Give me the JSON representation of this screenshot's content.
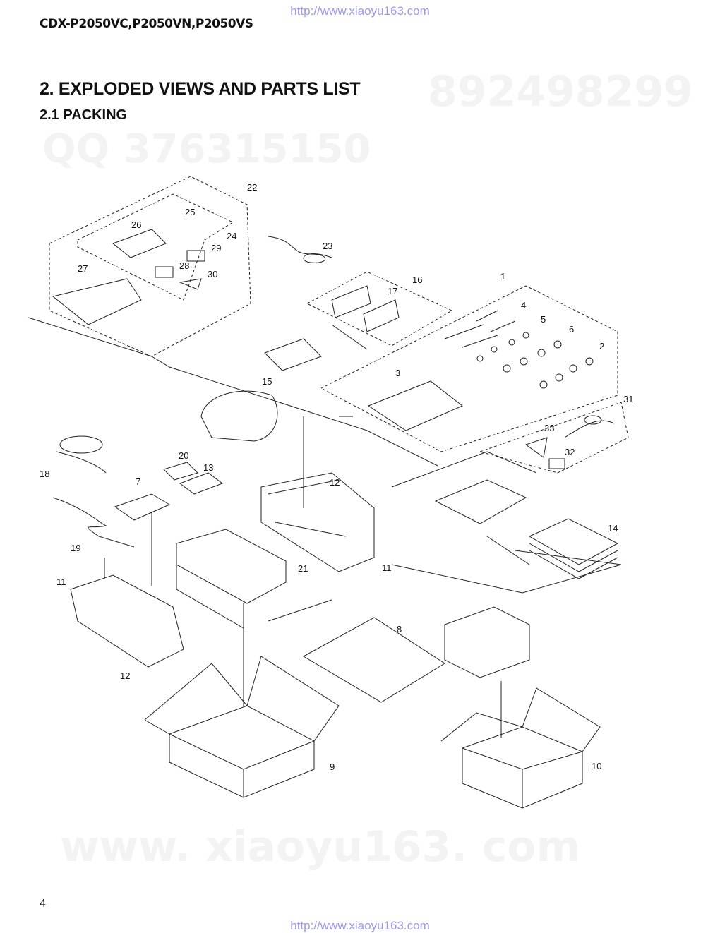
{
  "header": {
    "url_top": "http://www.xiaoyu163.com",
    "model": "CDX-P2050VC,P2050VN,P2050VS"
  },
  "title": "2. EXPLODED VIEWS AND PARTS LIST",
  "subtitle": "2.1 PACKING",
  "watermarks": {
    "qq": "QQ 376315150",
    "num": "892498299",
    "site": "www. xiaoyu163. com"
  },
  "callouts": [
    "22",
    "25",
    "24",
    "26",
    "29",
    "28",
    "30",
    "27",
    "23",
    "16",
    "17",
    "1",
    "4",
    "5",
    "6",
    "2",
    "3",
    "15",
    "31",
    "33",
    "32",
    "18",
    "20",
    "13",
    "7",
    "12",
    "14",
    "19",
    "21",
    "11",
    "11",
    "8",
    "12",
    "9",
    "10"
  ],
  "footer": {
    "page_number": "4",
    "url_bottom": "http://www.xiaoyu163.com"
  }
}
